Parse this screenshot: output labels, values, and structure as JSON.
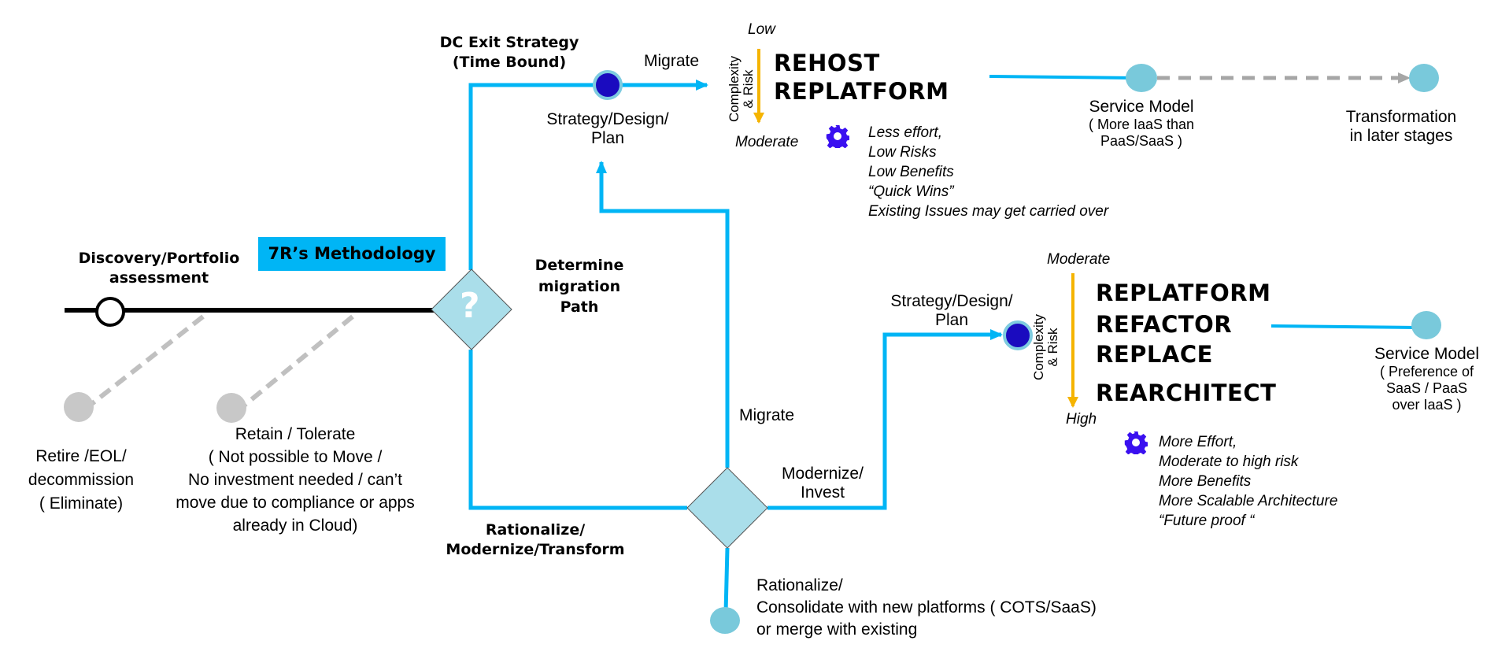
{
  "title_badge": "7R’s Methodology",
  "discovery": {
    "line1": "Discovery/Portfolio",
    "line2": "assessment"
  },
  "determine_path": {
    "line1": "Determine",
    "line2": "migration",
    "line3": "Path"
  },
  "dc_exit": {
    "line1": "DC Exit Strategy",
    "line2": "(Time Bound)"
  },
  "rationalize_branch": {
    "line1": "Rationalize/",
    "line2": "Modernize/Transform"
  },
  "top_track": {
    "migrate_label": "Migrate",
    "node_label": {
      "line1": "Strategy/Design/",
      "line2": "Plan"
    },
    "scale": {
      "axis_line1": "Complexity",
      "axis_line2": "& Risk",
      "start": "Low",
      "end": "Moderate"
    },
    "strategies": [
      "REHOST",
      "REPLATFORM"
    ],
    "notes": [
      "Less effort,",
      "Low Risks",
      "Low Benefits",
      "“Quick Wins”",
      "Existing Issues may get carried over"
    ],
    "service_model": {
      "title": "Service Model",
      "line1": "( More IaaS than",
      "line2": "PaaS/SaaS )"
    },
    "transformation": {
      "line1": "Transformation",
      "line2": "in later stages"
    }
  },
  "bottom_track": {
    "migrate_label": "Migrate",
    "modernize_label": {
      "line1": "Modernize/",
      "line2": "Invest"
    },
    "node_label": {
      "line1": "Strategy/Design/",
      "line2": "Plan"
    },
    "scale": {
      "axis_line1": "Complexity",
      "axis_line2": "& Risk",
      "start": "Moderate",
      "end": "High"
    },
    "strategies": [
      "REPLATFORM",
      "REFACTOR",
      "REPLACE",
      "REARCHITECT"
    ],
    "notes": [
      "More Effort,",
      "Moderate to  high risk",
      "More Benefits",
      "More Scalable Architecture",
      "“Future proof “"
    ],
    "service_model": {
      "title": "Service Model",
      "line1": "( Preference of",
      "line2": "SaaS / PaaS",
      "line3": "over  IaaS )"
    },
    "rationalize_end": {
      "line1": "Rationalize/",
      "line2": "Consolidate with new platforms ( COTS/SaaS)",
      "line3": "or merge with existing"
    }
  },
  "retire": {
    "line1": "Retire /EOL/",
    "line2": "decommission",
    "line3": "( Eliminate)"
  },
  "retain": {
    "line1": "Retain / Tolerate",
    "line2": "( Not possible to Move /",
    "line3": "No investment needed / can’t",
    "line4": "move due to compliance or apps",
    "line5": "already in Cloud)"
  },
  "decision_symbol": "?",
  "colors": {
    "flow": "#00b5f5",
    "badge": "#00b5f5",
    "diamond": "#aadeea",
    "node_dark": "#1a0bbf",
    "node_ring": "#7ecbe0",
    "endpoint": "#79c9db",
    "scale_arrow": "#f5b400",
    "gear": "#3a10f0",
    "dashed": "#bdbdbd",
    "inactive_dot": "#c8c8c8"
  }
}
